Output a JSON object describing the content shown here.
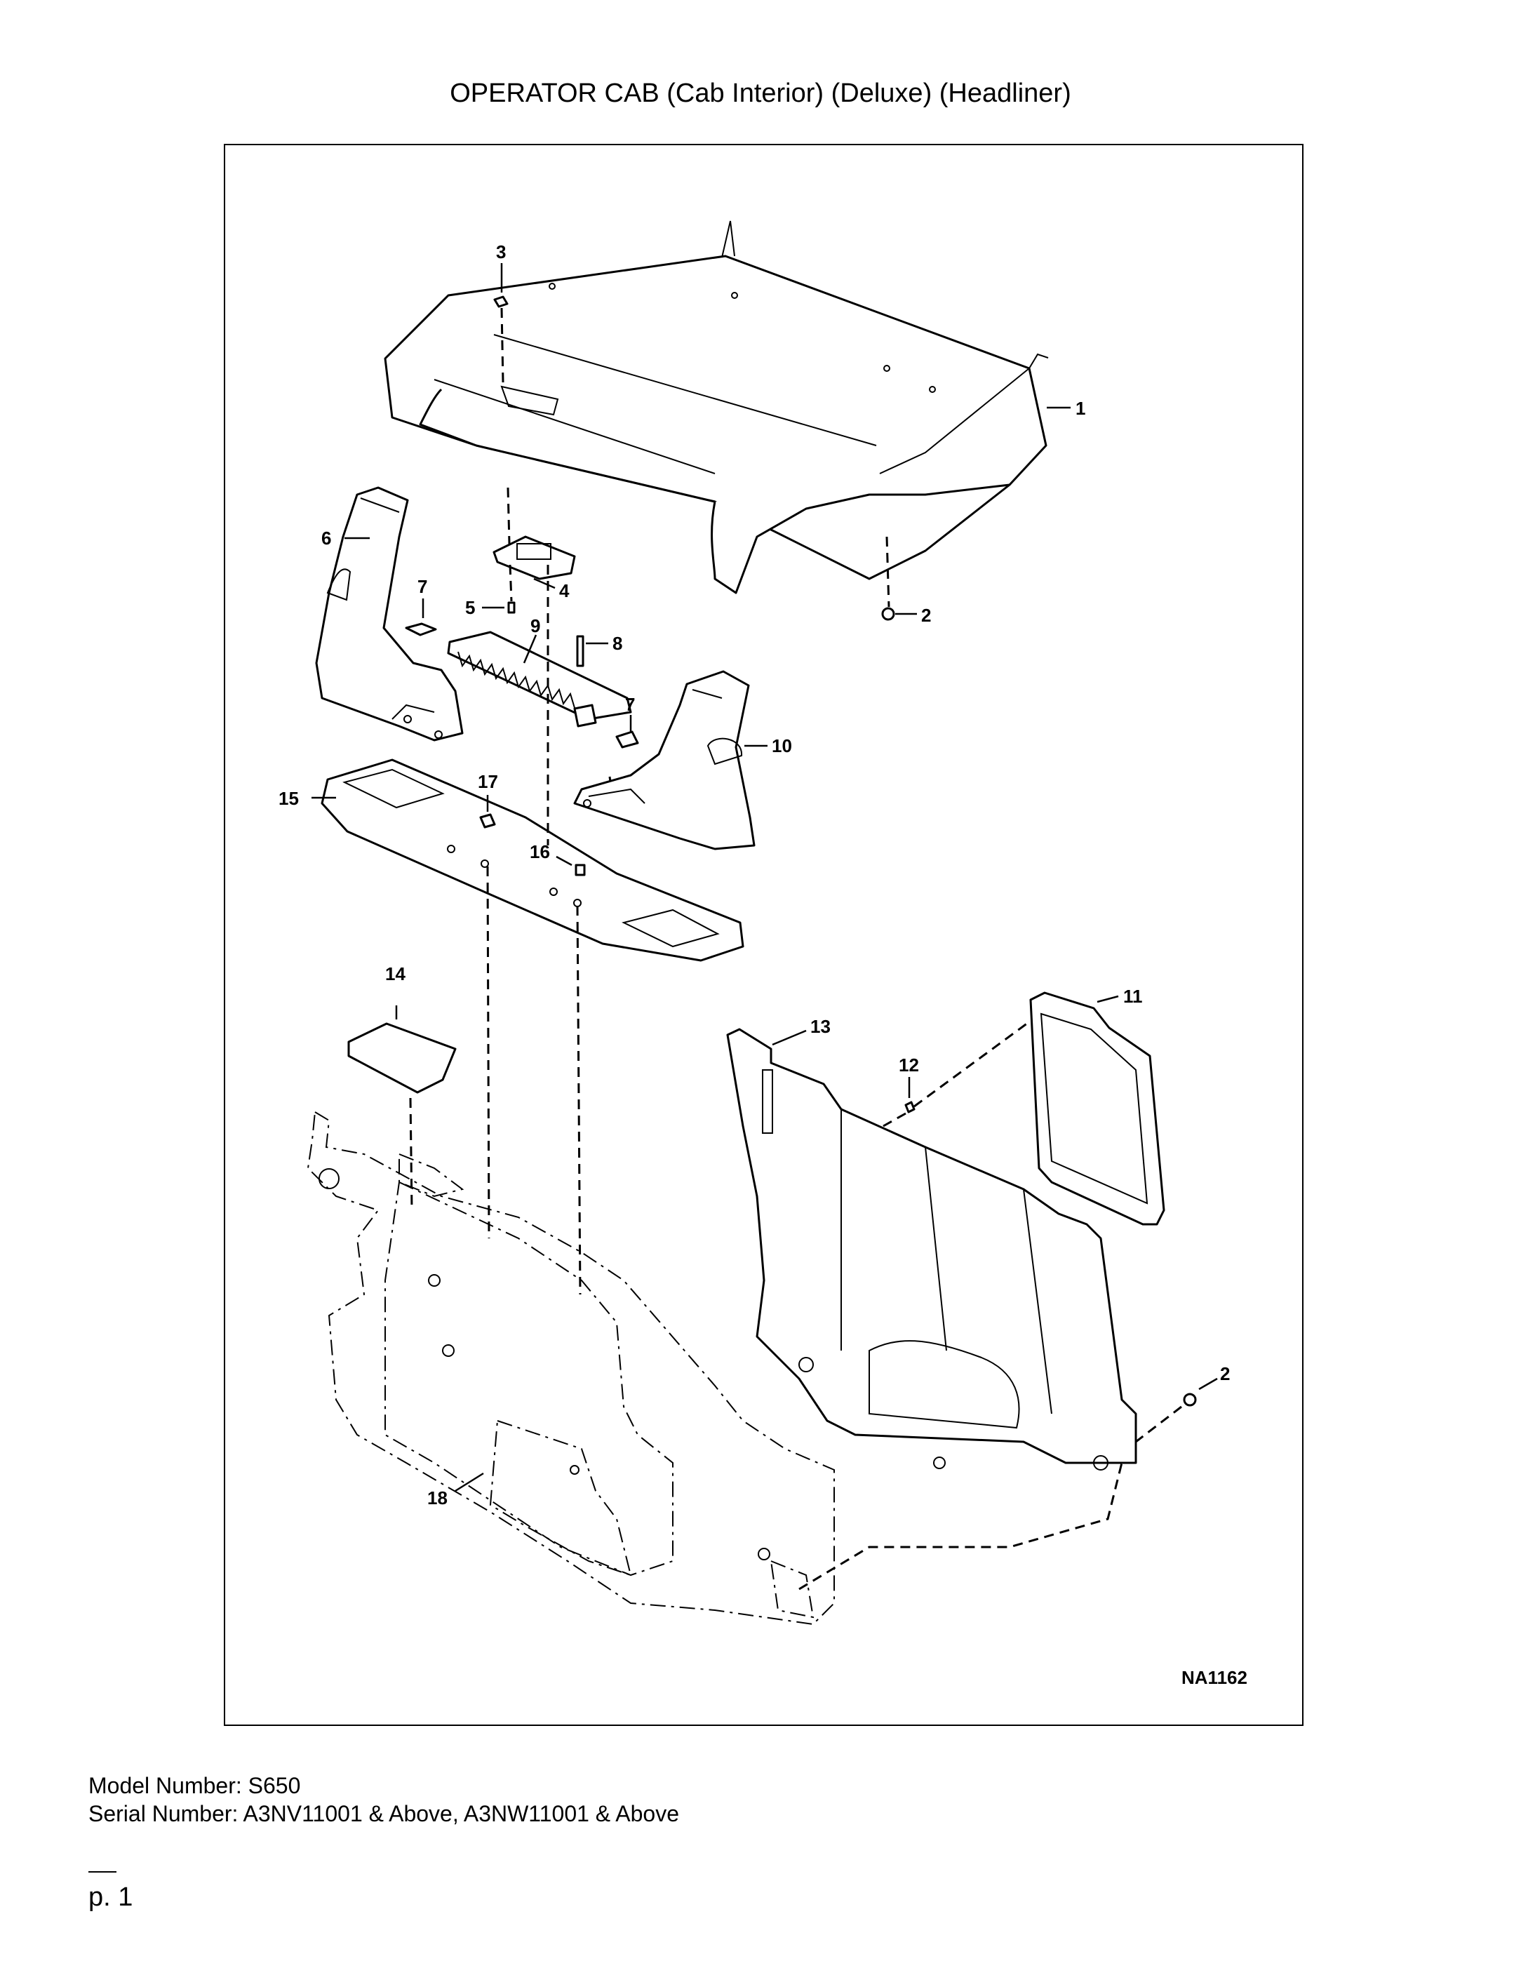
{
  "page_title": "OPERATOR CAB (Cab Interior) (Deluxe) (Headliner)",
  "drawing_code": "NA1162",
  "callouts": [
    "1",
    "2",
    "3",
    "4",
    "5",
    "6",
    "7",
    "8",
    "9",
    "10",
    "7",
    "11",
    "12",
    "13",
    "14",
    "15",
    "16",
    "17",
    "2",
    "18"
  ],
  "footer": {
    "model_line": "Model Number: S650",
    "serial_line": "Serial Number: A3NV11001 & Above, A3NW11001 & Above"
  },
  "page_number": "p. 1"
}
